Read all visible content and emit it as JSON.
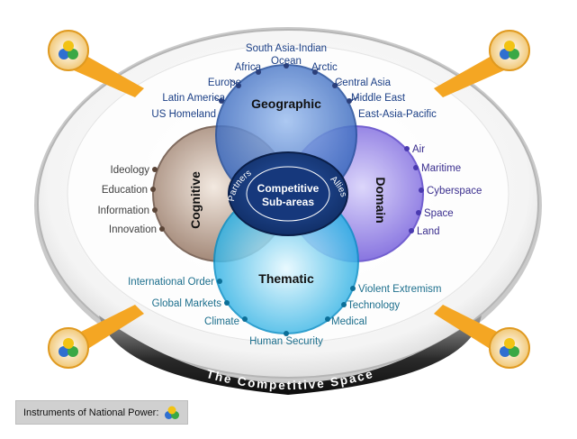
{
  "diagram": {
    "ring_title": "The Competitive Space",
    "center": {
      "line1": "Competitive",
      "line2": "Sub-areas"
    },
    "center_arcs": {
      "left": "Partners",
      "right": "Allies"
    },
    "circles": {
      "geographic": "Geographic",
      "cognitive": "Cognitive",
      "domain": "Domain",
      "thematic": "Thematic"
    },
    "geographic_items": [
      "South Asia-Indian",
      "Ocean",
      "Africa",
      "Arctic",
      "Europe",
      "Central Asia",
      "Latin America",
      "Middle East",
      "US Homeland",
      "East-Asia-Pacific"
    ],
    "cognitive_items": [
      "Ideology",
      "Education",
      "Information",
      "Innovation"
    ],
    "domain_items": [
      "Air",
      "Maritime",
      "Cyberspace",
      "Space",
      "Land"
    ],
    "thematic_items": [
      "International Order",
      "Global Markets",
      "Climate",
      "Human Security",
      "Medical",
      "Technology",
      "Violent Extremism"
    ],
    "colors": {
      "geographic": "#3d6bc4",
      "cognitive": "#8f6f5a",
      "domain": "#7a63e0",
      "thematic": "#27b8e8",
      "arrow": "#f4a623",
      "ring": "#1a1a1a"
    }
  },
  "legend": {
    "label": "Instruments of National Power:",
    "icon": "three-spheres-icon"
  }
}
